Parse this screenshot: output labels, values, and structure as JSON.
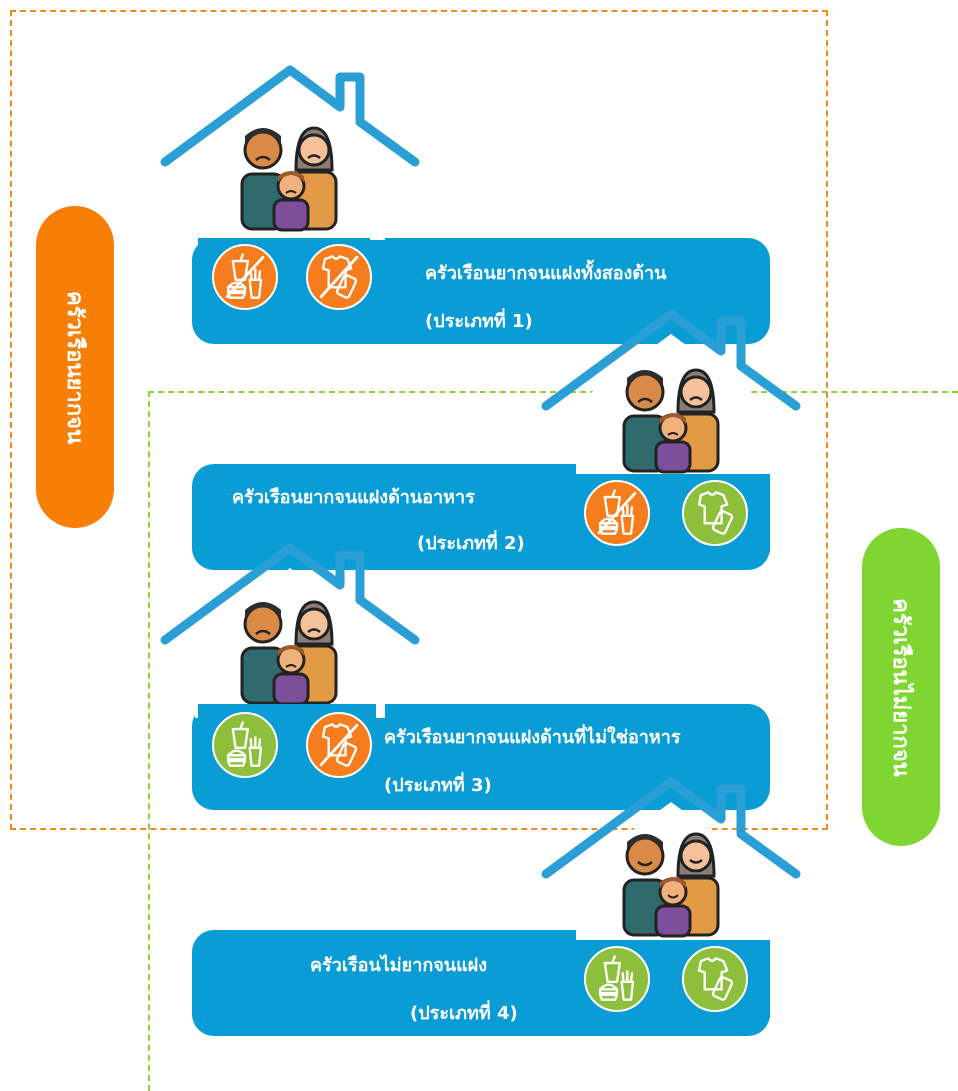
{
  "groups": {
    "poor_label": "ครัวเรือนยากจน",
    "nonpoor_label": "ครัวเรือนไม่ยากจน"
  },
  "households": [
    {
      "title": "ครัวเรือนยากจนแฝงทั้งสองด้าน",
      "type": "(ประเภทที่ 1)",
      "food": "deprived",
      "nonfood": "deprived"
    },
    {
      "title": "ครัวเรือนยากจนแฝงด้านอาหาร",
      "type": "(ประเภทที่ 2)",
      "food": "deprived",
      "nonfood": "ok"
    },
    {
      "title": "ครัวเรือนยากจนแฝงด้านที่ไม่ใช่อาหาร",
      "type": "(ประเภทที่ 3)",
      "food": "ok",
      "nonfood": "deprived"
    },
    {
      "title": "ครัวเรือนไม่ยากจนแฝง",
      "type": "(ประเภทที่ 4)",
      "food": "ok",
      "nonfood": "ok"
    }
  ],
  "colors": {
    "banner": "#0a9cd5",
    "poor": "#f87f06",
    "nonpoor": "#7fd632",
    "deprived_icon": "#f57d1e",
    "ok_icon": "#8dbf3c"
  },
  "icons": {
    "food": "food-drink-icon",
    "nonfood": "clothes-phone-icon",
    "family": "family-icon"
  }
}
